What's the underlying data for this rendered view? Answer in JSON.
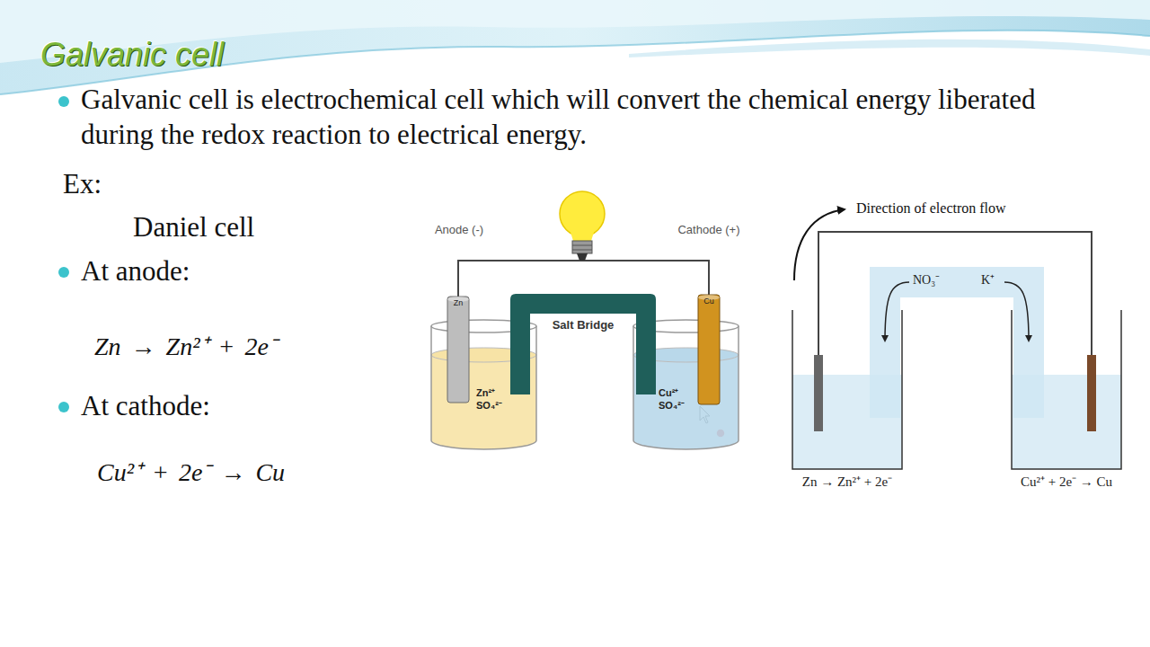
{
  "diagram": {
    "title": "Galvanic cell",
    "nodes": [
      {
        "text": [
          "Zn²⁺",
          "SO₄²⁻"
        ]
      },
      {
        "text": [
          "Zn"
        ],
        "in": 0
      },
      {
        "text": [
          "Cu²⁺",
          "SO₄²⁻"
        ]
      },
      {
        "text": [
          "Cu"
        ],
        "in": 2
      },
      {
        "text": [
          "Salt Bridge"
        ]
      },
      {
        "text": [
          "Zn → Zn²⁺ + 2e⁻"
        ]
      },
      {
        "text": [
          "Cu²⁺ + 2e⁻ → Cu"
        ]
      },
      {
        "text": [
          "NO₃⁻",
          "K⁺"
        ]
      }
    ],
    "edges": [
      {
        "from": 1,
        "to": 3,
        "arrow": "none"
      },
      {
        "from": 5,
        "to": 6,
        "arrow": "none"
      }
    ],
    "labels": [
      "Galvanic cell is electrochemical cell which will convert the chemical energy liberated during the redox reaction to electrical energy.",
      "Ex:",
      "Daniel cell",
      "At anode:",
      "Zn → Zn²⁺ + 2e⁻",
      "At cathode:",
      "Cu²⁺ + 2e⁻ → Cu",
      "Anode (-)",
      "Cathode (+)",
      "Direction of electron flow"
    ]
  }
}
